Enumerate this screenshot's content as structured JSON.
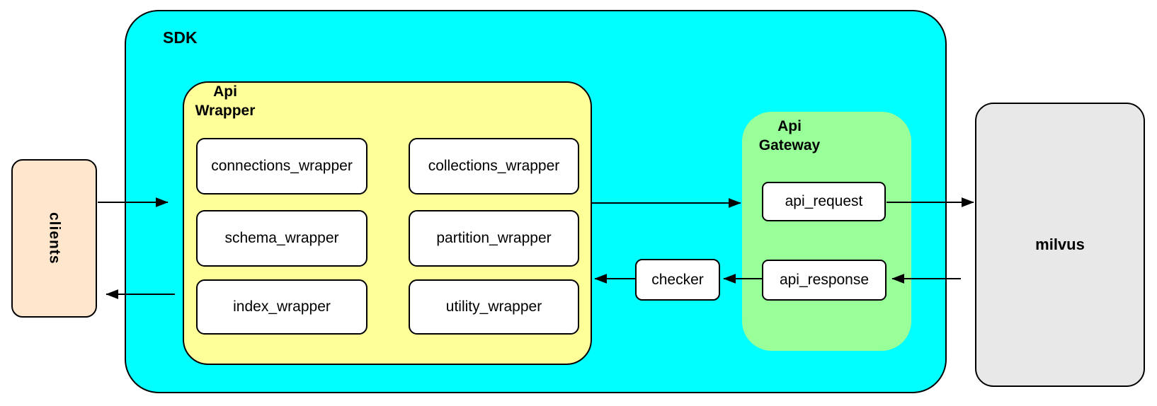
{
  "diagram": {
    "clients": {
      "label": "clients"
    },
    "sdk": {
      "label": "SDK",
      "api_wrapper": {
        "label": [
          "Api",
          "Wrapper"
        ],
        "modules": [
          "connections_wrapper",
          "collections_wrapper",
          "schema_wrapper",
          "partition_wrapper",
          "index_wrapper",
          "utility_wrapper"
        ]
      },
      "checker": {
        "label": "checker"
      },
      "api_gateway": {
        "label": [
          "Api",
          "Gateway"
        ],
        "request_label": "api_request",
        "response_label": "api_response"
      }
    },
    "milvus": {
      "label": "milvus"
    },
    "edges": [
      {
        "from": "clients",
        "to": "sdk"
      },
      {
        "from": "api_wrapper",
        "to": "api_gateway"
      },
      {
        "from": "api_request",
        "to": "milvus"
      },
      {
        "from": "milvus",
        "to": "api_response"
      },
      {
        "from": "api_response",
        "to": "checker"
      },
      {
        "from": "checker",
        "to": "api_wrapper"
      },
      {
        "from": "sdk",
        "to": "clients"
      }
    ],
    "colors": {
      "sdk_fill": "#00FFFF",
      "api_wrapper_fill": "#FFFF99",
      "api_gateway_fill": "#99FF99",
      "clients_fill": "#FFE6CC",
      "milvus_fill": "#E8E8E8",
      "module_fill": "#FFFFFF",
      "border": "#000000"
    }
  }
}
